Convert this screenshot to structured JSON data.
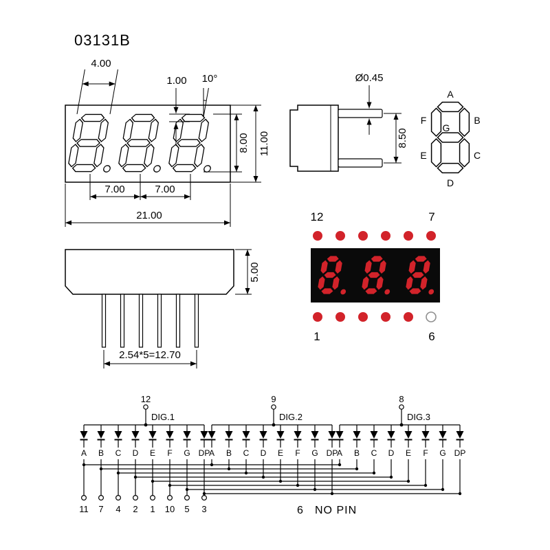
{
  "title": "03131B",
  "colors": {
    "red": "#d2232a",
    "black": "#0a0a0a",
    "open_dot_stroke": "#8f8f8f"
  },
  "front_view": {
    "dim_digit_width": "4.00",
    "dim_segment_width": "1.00",
    "dim_slant_angle": "10°",
    "dim_digit_height": "8.00",
    "dim_body_height": "11.00",
    "dim_digit_pitch_left": "7.00",
    "dim_digit_pitch_right": "7.00",
    "dim_body_width": "21.00"
  },
  "side_view": {
    "dim_pin_diameter": "Ø0.45",
    "dim_pin_row_span": "8.50"
  },
  "bottom_view": {
    "dim_body_thickness": "5.00",
    "dim_pin_pitch_total": "2.54*5=12.70"
  },
  "segment_diagram": {
    "labels": [
      "A",
      "B",
      "C",
      "D",
      "E",
      "F",
      "G"
    ]
  },
  "pin_layout": {
    "top_left_pin": "12",
    "top_right_pin": "7",
    "bottom_left_pin": "1",
    "bottom_right_pin": "6"
  },
  "schematic": {
    "digits": [
      {
        "pin": "12",
        "label": "DIG.1"
      },
      {
        "pin": "9",
        "label": "DIG.2"
      },
      {
        "pin": "8",
        "label": "DIG.3"
      }
    ],
    "segments": [
      "A",
      "B",
      "C",
      "D",
      "E",
      "F",
      "G",
      "DP"
    ],
    "bottom_pins": [
      "11",
      "7",
      "4",
      "2",
      "1",
      "10",
      "5",
      "3"
    ],
    "no_pin": {
      "pin": "6",
      "text": "NO PIN"
    }
  }
}
